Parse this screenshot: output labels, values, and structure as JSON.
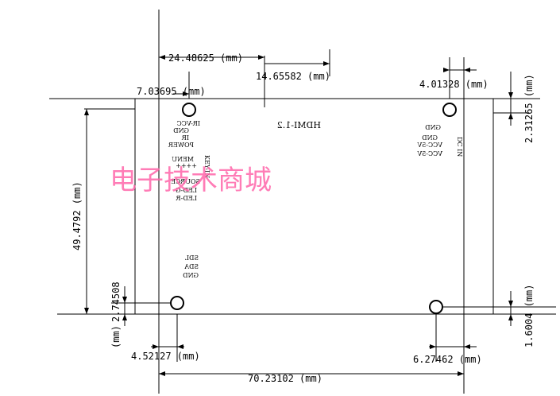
{
  "board": {
    "label": "HDMI-1.2"
  },
  "dimensions": {
    "hole_left_from_edge": "24.48625 (mm)",
    "offset_top": "14.65582 (mm)",
    "hole_top_left": "7.03695 (mm)",
    "hole_top_right": "4.01328 (mm)",
    "right_top_vertical": "2.31265 (mm)",
    "height": "49.4792 (mm)",
    "left_bottom_vertical": "2.74508",
    "left_bottom_vertical_unit": "(mm)",
    "bottom_left": "4.52127 (mm)",
    "bottom_right_horizontal": "6.27462 (mm)",
    "right_bottom_vertical": "1.6004 (mm)",
    "width": "70.23102 (mm)"
  },
  "silkscreen": {
    "left_group": [
      "IR-VCC",
      "GND",
      "IR",
      "POWER",
      "MENU",
      "++++",
      "SOURCE",
      "LED-G",
      "LED-R"
    ],
    "key_in": "KEY-IN",
    "bottom_group": [
      "SDL",
      "SDA",
      "GND"
    ],
    "right_group": [
      "GND",
      "GND",
      "VCC-5V",
      "VCC-5V"
    ],
    "dc_in": "DC IN"
  },
  "watermark": "电子技术商城"
}
